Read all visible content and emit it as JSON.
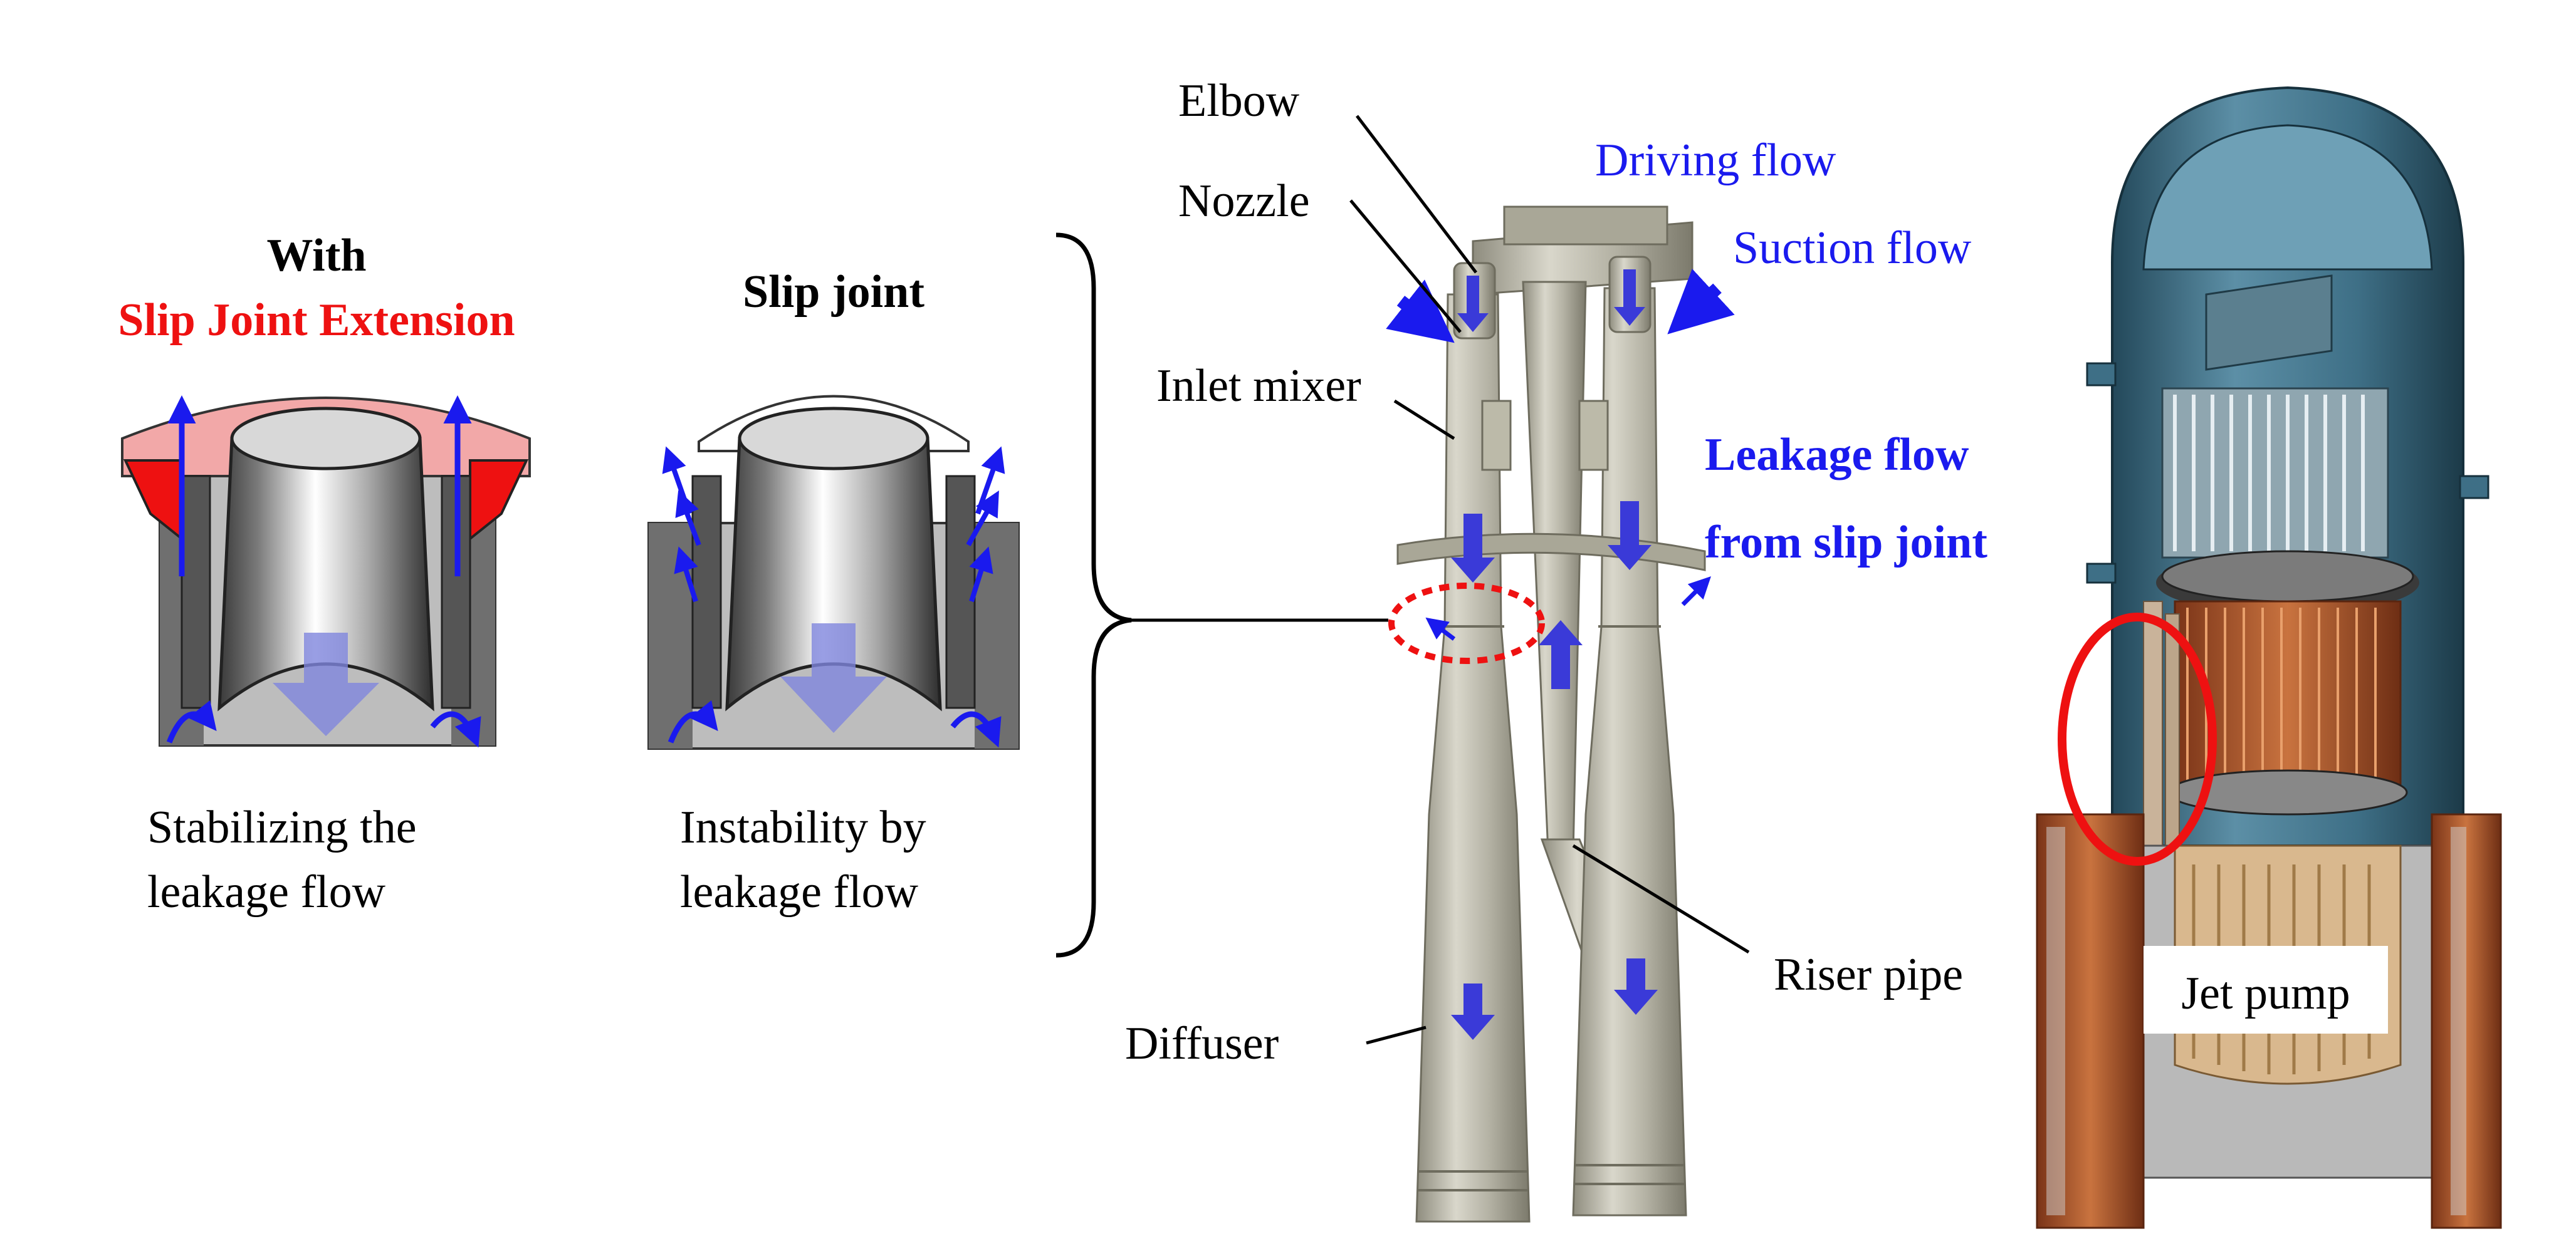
{
  "panel_with": {
    "title_line1": "With",
    "title_line2": "Slip Joint Extension",
    "caption_line1": "Stabilizing the",
    "caption_line2": "leakage flow"
  },
  "panel_slip": {
    "title": "Slip joint",
    "caption_line1": "Instability by",
    "caption_line2": "leakage flow"
  },
  "jet_pump_labels": {
    "elbow": "Elbow",
    "nozzle": "Nozzle",
    "inlet_mixer": "Inlet mixer",
    "diffuser": "Diffuser",
    "riser_pipe": "Riser pipe",
    "driving_flow": "Driving flow",
    "suction_flow": "Suction flow",
    "leakage_line1": "Leakage flow",
    "leakage_line2": "from slip joint"
  },
  "reactor": {
    "label": "Jet pump"
  },
  "colors": {
    "red": "#ee1111",
    "blue": "#1a1aee",
    "flow_arrow": "#3a3ad8",
    "metal": "#b8b6a6",
    "steel": "#bfbfbf",
    "vessel_blue": "#3e6f86",
    "copper": "#b35a2e"
  },
  "icons": [
    "flow-arrow-icon",
    "leakage-arrow-icon",
    "highlight-ellipse-icon",
    "bracket-icon"
  ]
}
